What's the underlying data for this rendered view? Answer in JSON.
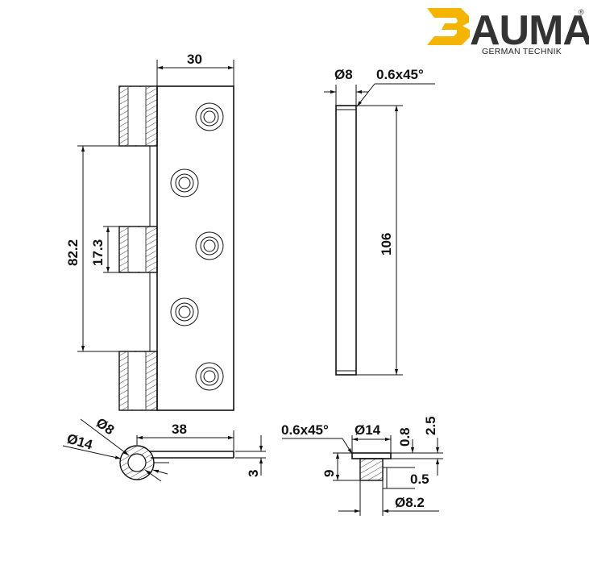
{
  "logo": {
    "brand_initial": "B",
    "brand_rest": "AUMA",
    "tagline": "GERMAN TECHNIK",
    "registered": "®",
    "accent_color": "#f5b400",
    "brand_color": "#333333"
  },
  "dimensions": {
    "hinge_width": "30",
    "hinge_knuckle_length": "82.2",
    "middle_knuckle_length": "17.3",
    "leaf_length": "38",
    "leaf_thickness": "3",
    "pin_diameter_top": "Ø8",
    "pin_chamfer_top": "0.6x45°",
    "pin_length": "106",
    "knuckle_diameter_section": "Ø14",
    "pin_diameter_section": "Ø8",
    "cap_chamfer": "0.6x45°",
    "cap_diameter": "Ø14",
    "cap_height": "9",
    "cap_flange_08": "0.8",
    "cap_flange_25": "2.5",
    "cap_step_05": "0.5",
    "cap_shaft_diameter": "Ø8.2"
  }
}
